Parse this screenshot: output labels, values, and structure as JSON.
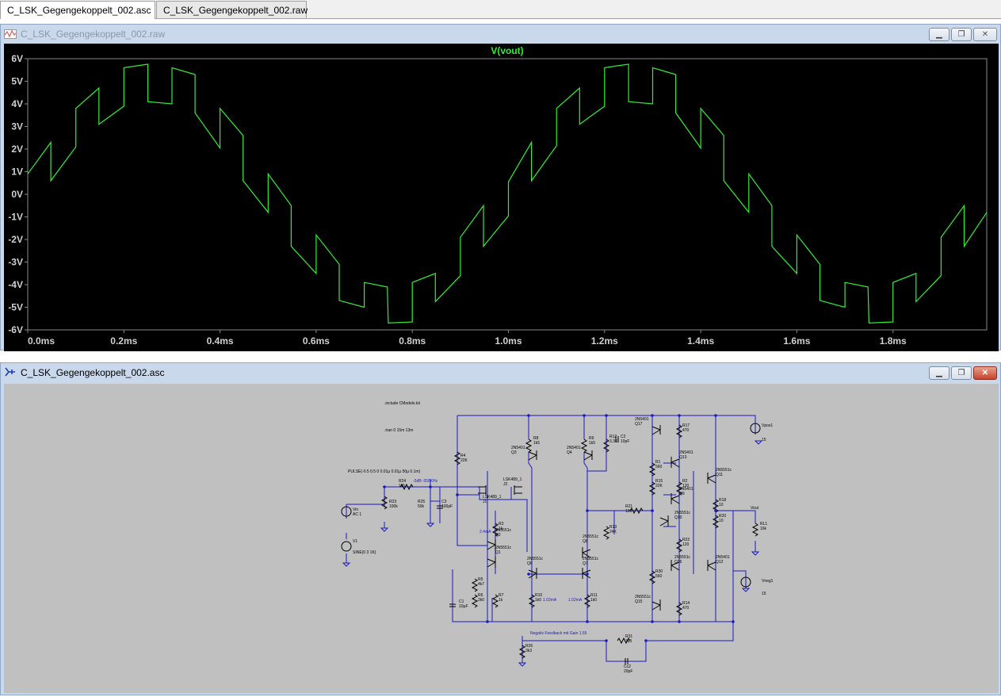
{
  "tabs": [
    {
      "label": "C_LSK_Gegengekoppelt_002.asc",
      "icon": "schematic-icon",
      "active": true
    },
    {
      "label": "C_LSK_Gegengekoppelt_002.raw",
      "icon": "waveform-icon",
      "active": false
    }
  ],
  "waveform_window": {
    "title": "C_LSK_Gegengekoppelt_002.raw",
    "trace_label": "V(vout)",
    "trace_color": "#33ee33",
    "buttons": {
      "minimize": "▁",
      "restore": "❐",
      "close": "✕"
    }
  },
  "schematic_window": {
    "title": "C_LSK_Gegengekoppelt_002.asc",
    "buttons": {
      "minimize": "▁",
      "restore": "❐",
      "close": "✕"
    },
    "directives": {
      "include": ".include CModels.txt",
      "tran": ".tran 0 15m 13m",
      "pulse": "PULSE(-0.5 0.5 0 0.01µ 0.01µ 50µ 0.1m)",
      "bw": "-3dB: 650KHz",
      "feedback": "Negativ Feedback mit Gain 1.55"
    },
    "sources": [
      {
        "name": "Vin",
        "value": "AC 1"
      },
      {
        "name": "V1",
        "value": "SINE(0 3 1K)"
      },
      {
        "name": "Vpos1",
        "value": "15"
      },
      {
        "name": "Vneg1",
        "value": "15"
      }
    ],
    "components": [
      {
        "name": "R23",
        "value": "100k"
      },
      {
        "name": "R24",
        "value": "1k5"
      },
      {
        "name": "R25",
        "value": "50k"
      },
      {
        "name": "C3",
        "value": "100pF"
      },
      {
        "name": "R4",
        "value": "22K"
      },
      {
        "name": "R8",
        "value": "1k5"
      },
      {
        "name": "R9",
        "value": "1k5"
      },
      {
        "name": "R12",
        "value": "3.3K"
      },
      {
        "name": "C2",
        "value": "10pF"
      },
      {
        "name": "R17",
        "value": "470"
      },
      {
        "name": "R1",
        "value": "560"
      },
      {
        "name": "R15",
        "value": "22K"
      },
      {
        "name": "R2",
        "value": "120"
      },
      {
        "name": "R21",
        "value": "100"
      },
      {
        "name": "R13",
        "value": "24K"
      },
      {
        "name": "R3",
        "value": "1k"
      },
      {
        "name": "R5",
        "value": "4k7"
      },
      {
        "name": "R6",
        "value": "2k0"
      },
      {
        "name": "R7",
        "value": "1k"
      },
      {
        "name": "C1",
        "value": "10µF"
      },
      {
        "name": "R10",
        "value": "1k0"
      },
      {
        "name": "R11",
        "value": "1k0"
      },
      {
        "name": "R22",
        "value": "120"
      },
      {
        "name": "R30",
        "value": "560"
      },
      {
        "name": "R14",
        "value": "470"
      },
      {
        "name": "R18",
        "value": "10"
      },
      {
        "name": "R20",
        "value": "10"
      },
      {
        "name": "RL1",
        "value": "16k"
      },
      {
        "name": "R31",
        "value": "3k3"
      },
      {
        "name": "Cc2",
        "value": "20pF"
      },
      {
        "name": "R26",
        "value": "3k3"
      }
    ],
    "semis": [
      {
        "name": "J1",
        "model": "LSK489_1"
      },
      {
        "name": "J2",
        "model": "LSK489_1"
      },
      {
        "name": "Q3",
        "model": "2N5401"
      },
      {
        "name": "Q4",
        "model": "2N5401"
      },
      {
        "name": "Q17",
        "model": "2N5401"
      },
      {
        "name": "Q13",
        "model": "2N5401"
      },
      {
        "name": "Q9",
        "model": "2N5401"
      },
      {
        "name": "Q11",
        "model": "2N5551c"
      },
      {
        "name": "Q10",
        "model": "2N5551c"
      },
      {
        "name": "Q16",
        "model": "2N5551c"
      },
      {
        "name": "Q15",
        "model": "2N5551c"
      },
      {
        "name": "Q12",
        "model": "2N5401"
      },
      {
        "name": "Q2",
        "model": "2N5551c"
      },
      {
        "name": "Q1",
        "model": "2N5551c"
      },
      {
        "name": "Q8",
        "model": "2N5551c"
      },
      {
        "name": "Q7",
        "model": "2N5551c"
      },
      {
        "name": "Q6",
        "model": "2N5551c"
      }
    ],
    "currents": {
      "i1": "2.4mA",
      "i2": "1.02mA",
      "i3": "1.02mA"
    },
    "net_label": "Vout"
  },
  "chart_data": {
    "type": "line",
    "title": "V(vout)",
    "xlabel": "",
    "ylabel": "",
    "xlim": [
      0,
      1.995
    ],
    "ylim": [
      -6,
      6
    ],
    "x_ticks": [
      "0.0ms",
      "0.2ms",
      "0.4ms",
      "0.6ms",
      "0.8ms",
      "1.0ms",
      "1.2ms",
      "1.4ms",
      "1.6ms",
      "1.8ms"
    ],
    "y_ticks": [
      "6V",
      "5V",
      "4V",
      "3V",
      "2V",
      "1V",
      "0V",
      "-1V",
      "-2V",
      "-3V",
      "-4V",
      "-5V",
      "-6V"
    ],
    "grid": false,
    "series": [
      {
        "name": "V(vout)",
        "color": "#33ee33",
        "x": [
          0.0,
          0.048,
          0.048,
          0.1,
          0.1,
          0.148,
          0.148,
          0.2,
          0.2,
          0.248,
          0.25,
          0.25,
          0.3,
          0.3,
          0.348,
          0.348,
          0.4,
          0.4,
          0.448,
          0.448,
          0.5,
          0.5,
          0.548,
          0.548,
          0.6,
          0.6,
          0.648,
          0.648,
          0.7,
          0.7,
          0.748,
          0.75,
          0.75,
          0.8,
          0.8,
          0.848,
          0.848,
          0.9,
          0.9,
          0.948,
          0.948,
          1.0,
          1.0,
          1.048,
          1.048,
          1.1,
          1.1,
          1.148,
          1.148,
          1.2,
          1.2,
          1.248,
          1.25,
          1.25,
          1.3,
          1.3,
          1.348,
          1.348,
          1.4,
          1.4,
          1.448,
          1.448,
          1.5,
          1.5,
          1.548,
          1.548,
          1.6,
          1.6,
          1.648,
          1.648,
          1.7,
          1.7,
          1.748,
          1.75,
          1.75,
          1.8,
          1.8,
          1.848,
          1.848,
          1.9,
          1.9,
          1.948,
          1.948,
          1.995
        ],
        "y": [
          0.9,
          2.3,
          0.6,
          2.1,
          3.8,
          4.7,
          3.1,
          3.9,
          5.6,
          5.75,
          5.75,
          4.1,
          4.0,
          5.6,
          5.3,
          3.6,
          2.05,
          3.8,
          2.6,
          0.6,
          -0.8,
          0.9,
          -0.5,
          -2.3,
          -3.5,
          -1.8,
          -3.1,
          -4.7,
          -5.0,
          -3.9,
          -4.1,
          -5.7,
          -5.7,
          -5.65,
          -3.9,
          -3.5,
          -4.75,
          -3.6,
          -1.9,
          -0.5,
          -2.3,
          -0.95,
          0.55,
          2.3,
          0.6,
          2.15,
          3.8,
          4.7,
          3.1,
          3.9,
          5.6,
          5.75,
          5.75,
          4.1,
          4.0,
          5.6,
          5.3,
          3.6,
          2.05,
          3.8,
          2.6,
          0.6,
          -0.8,
          0.9,
          -0.5,
          -2.3,
          -3.5,
          -1.8,
          -3.1,
          -4.7,
          -5.0,
          -3.9,
          -4.1,
          -5.7,
          -5.7,
          -5.65,
          -3.9,
          -3.5,
          -4.75,
          -3.6,
          -1.9,
          -0.5,
          -2.3,
          -0.8
        ]
      }
    ]
  }
}
